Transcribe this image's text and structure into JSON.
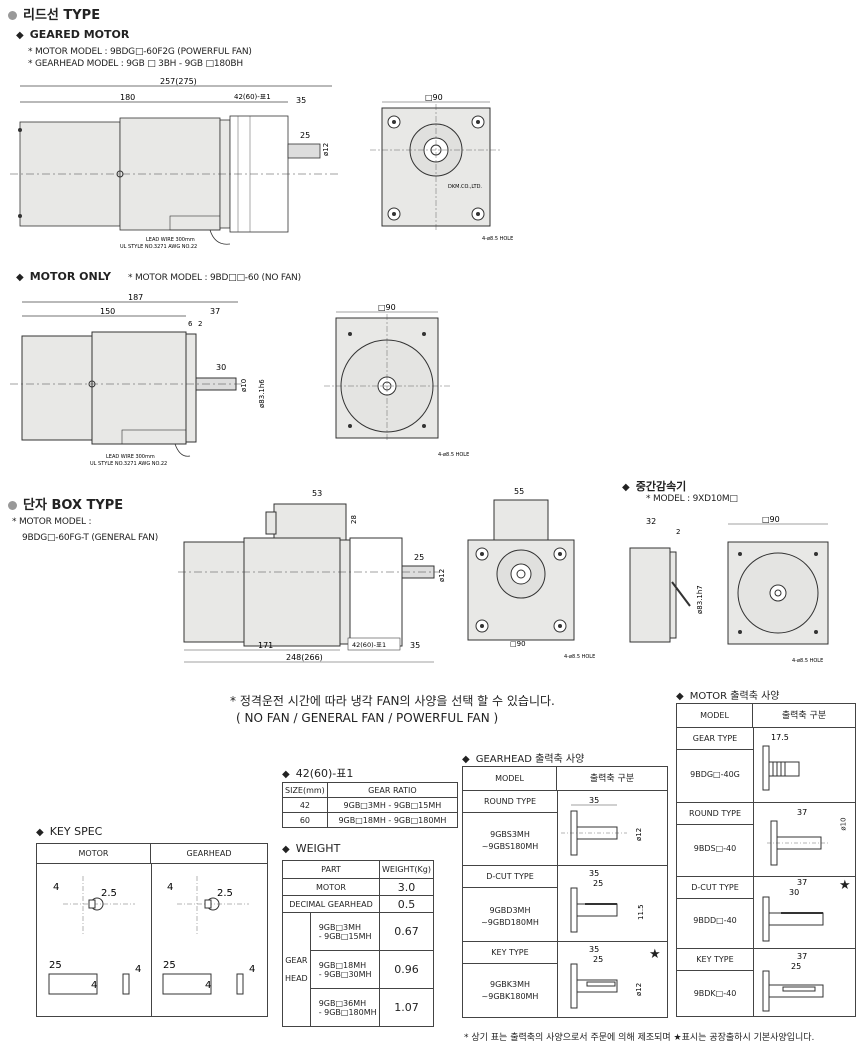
{
  "leaded": {
    "heading": "리드선 TYPE",
    "geared_title": "GEARED MOTOR",
    "geared_notes": [
      "* MOTOR MODEL : 9BDG□-60F2G (POWERFUL FAN)",
      "* GEARHEAD MODEL : 9GB □ 3BH - 9GB □180BH"
    ],
    "geared_dims": {
      "total": "257(275)",
      "a": "180",
      "b": "42(60)-표1",
      "c": "35",
      "shaft": "25",
      "shaft_dia": "ø12",
      "sq": "□90",
      "hole": "4-ø8.5 HOLE",
      "brand": "DKM.CO.,LTD.",
      "lead": "LEAD WIRE 300mm",
      "ul": "UL STYLE NO.3271 AWG NO.22"
    },
    "motor_only_title": "MOTOR ONLY",
    "motor_only_note": "* MOTOR MODEL : 9BD□□-60 (NO FAN)",
    "motor_dims": {
      "total": "187",
      "a": "150",
      "b": "37",
      "c": "6",
      "d": "2",
      "shaft": "30",
      "shaft_dia": "ø10",
      "pilot": "ø83.1h6",
      "sq": "□90",
      "hole": "4-ø8.5 HOLE",
      "lead": "LEAD WIRE 300mm",
      "ul": "UL STYLE NO.3271 AWG NO.22"
    }
  },
  "box": {
    "heading": "단자 BOX TYPE",
    "notes": [
      "* MOTOR MODEL :",
      "9BDG□-60FG-T (GENERAL FAN)"
    ],
    "dims": {
      "box_w": "53",
      "box_h": "28",
      "shaft": "25",
      "shaft_dia": "ø12",
      "a": "171",
      "b": "42(60)-표1",
      "c": "35",
      "total": "248(266)",
      "top": "55",
      "sq": "□90",
      "hole": "4-ø8.5 HOLE"
    }
  },
  "mid": {
    "title": "중간감속기",
    "note": "* MODEL : 9XD10M□",
    "dims": {
      "a": "32",
      "b": "2",
      "pilot": "ø83.1h7",
      "sq": "□90",
      "hole": "4-ø8.5 HOLE"
    }
  },
  "fan_note": [
    "* 정격운전 시간에 따라 냉각 FAN의 사양을 선택 할 수 있습니다.",
    "( NO FAN / GENERAL FAN / POWERFUL FAN )"
  ],
  "ratio_table": {
    "title": "42(60)-표1",
    "headers": [
      "SIZE(mm)",
      "GEAR RATIO"
    ],
    "rows": [
      [
        "42",
        "9GB□3MH - 9GB□15MH"
      ],
      [
        "60",
        "9GB□18MH - 9GB□180MH"
      ]
    ]
  },
  "weight_table": {
    "title": "WEIGHT",
    "headers": [
      "PART",
      "WEIGHT(Kg)"
    ],
    "rows": [
      {
        "part": "MOTOR",
        "w": "3.0"
      },
      {
        "part": "DECIMAL GEARHEAD",
        "w": "0.5"
      }
    ],
    "gear_label": [
      "GEAR",
      "HEAD"
    ],
    "gear_rows": [
      {
        "part": [
          "9GB□3MH",
          "- 9GB□15MH"
        ],
        "w": "0.67"
      },
      {
        "part": [
          "9GB□18MH",
          "- 9GB□30MH"
        ],
        "w": "0.96"
      },
      {
        "part": [
          "9GB□36MH",
          "- 9GB□180MH"
        ],
        "w": "1.07"
      }
    ]
  },
  "key_spec": {
    "title": "KEY SPEC",
    "headers": [
      "MOTOR",
      "GEARHEAD"
    ],
    "motor_dims": [
      "4",
      "2.5",
      "25",
      "4",
      "4"
    ],
    "gear_dims": [
      "4",
      "2.5",
      "25",
      "4",
      "4"
    ]
  },
  "gearhead_table": {
    "title": "GEARHEAD 출력축 사양",
    "headers": [
      "MODEL",
      "출력축 구분"
    ],
    "rows": [
      {
        "type": "ROUND TYPE",
        "models": [
          "9GBS3MH",
          "~9GBS180MH"
        ],
        "d1": "35",
        "d2": "",
        "dia": "ø12",
        "star": false
      },
      {
        "type": "D-CUT TYPE",
        "models": [
          "9GBD3MH",
          "~9GBD180MH"
        ],
        "d1": "35",
        "d2": "25",
        "dia": "11.5",
        "star": false
      },
      {
        "type": "KEY TYPE",
        "models": [
          "9GBK3MH",
          "~9GBK180MH"
        ],
        "d1": "35",
        "d2": "25",
        "dia": "ø12",
        "star": true
      }
    ]
  },
  "motor_shaft_table": {
    "title": "MOTOR 출력축 사양",
    "headers": [
      "MODEL",
      "출력축 구분"
    ],
    "rows": [
      {
        "type": "GEAR TYPE",
        "model": "9BDG□-40G",
        "d1": "17.5",
        "d2": "",
        "star": false
      },
      {
        "type": "ROUND TYPE",
        "model": "9BDS□-40",
        "d1": "37",
        "d2": "",
        "star": false
      },
      {
        "type": "D-CUT TYPE",
        "model": "9BDD□-40",
        "d1": "37",
        "d2": "30",
        "star": true
      },
      {
        "type": "KEY TYPE",
        "model": "9BDK□-40",
        "d1": "37",
        "d2": "25",
        "star": false
      }
    ]
  },
  "footer": "* 상기 표는 출력축의 사양으로서 주문에 의해 제조되며 ★표시는 공장출하시 기본사양입니다.",
  "star": "★"
}
